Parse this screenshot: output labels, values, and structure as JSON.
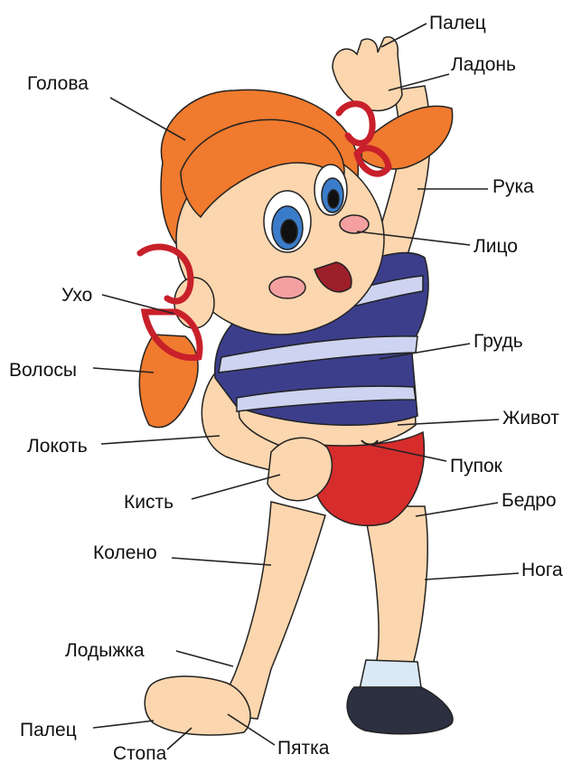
{
  "colors": {
    "skin": "#fcd6ae",
    "skin_shade": "#f3b98a",
    "hair": "#f07a2e",
    "hair_dark": "#c85a1a",
    "ribbon": "#c8202a",
    "shirt_navy": "#3c3e8c",
    "shirt_light": "#cdd3f0",
    "shorts": "#d62c2c",
    "sock": "#dbe9f6",
    "shoe": "#2c3040",
    "iris": "#3a7cc9",
    "line": "#222222"
  },
  "labels": {
    "finger_top": "Палец",
    "palm": "Ладонь",
    "head": "Голова",
    "arm": "Рука",
    "face": "Лицо",
    "ear": "Ухо",
    "chest": "Грудь",
    "hair": "Волосы",
    "belly": "Живот",
    "elbow": "Локоть",
    "navel": "Пупок",
    "hand": "Кисть",
    "thigh": "Бедро",
    "knee": "Колено",
    "leg": "Нога",
    "ankle": "Лодыжка",
    "toe": "Палец",
    "heel": "Пятка",
    "foot": "Стопа"
  }
}
